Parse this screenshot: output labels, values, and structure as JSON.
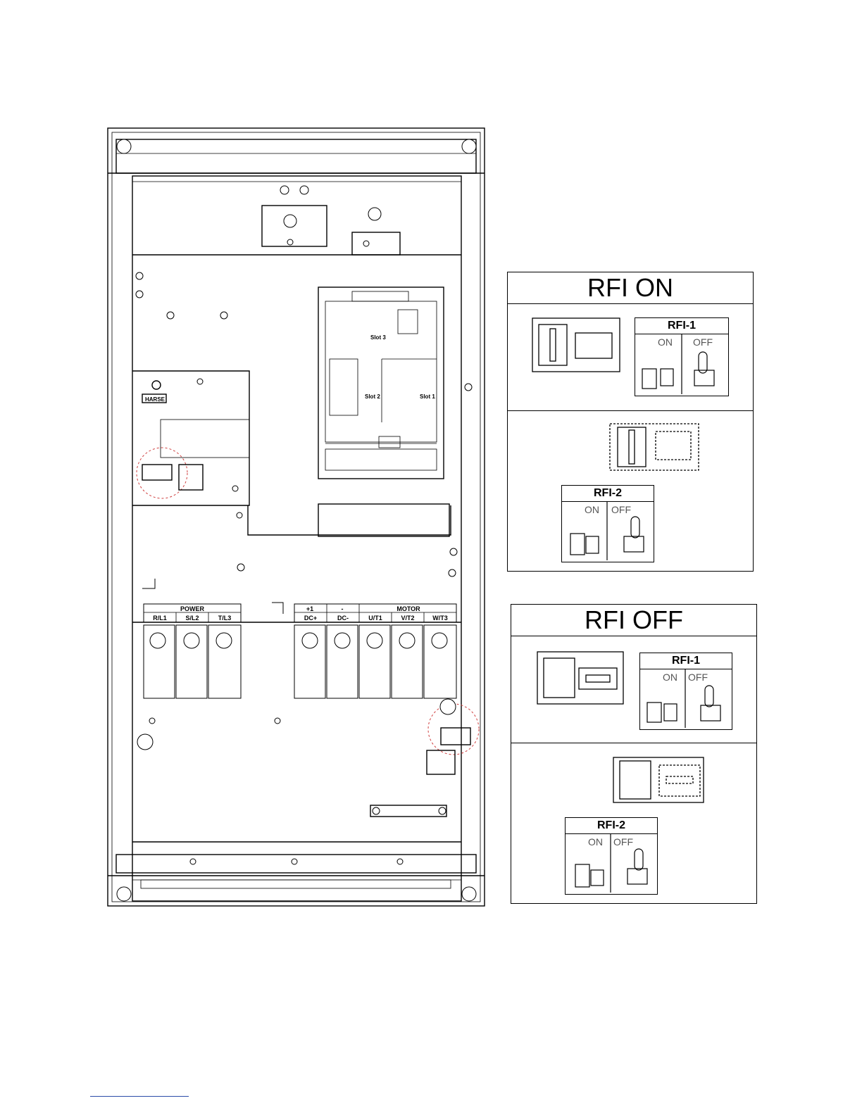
{
  "drive": {
    "terminal_groups": {
      "power": "POWER",
      "dc_p1": "+1",
      "dc_minus_sign": "-",
      "motor": "MOTOR"
    },
    "terminals": [
      "R/L1",
      "S/L2",
      "T/L3",
      "DC+",
      "DC-",
      "U/T1",
      "V/T2",
      "W/T3"
    ],
    "control_board": {
      "slot3": "Slot 3",
      "slot2": "Slot 2",
      "slot1": "Slot 1"
    },
    "warning_label": "HARSE"
  },
  "panels": {
    "rfi_on": {
      "title": "RFI ON",
      "rfi1": {
        "name": "RFI-1",
        "on": "ON",
        "off": "OFF"
      },
      "rfi2": {
        "name": "RFI-2",
        "on": "ON",
        "off": "OFF"
      }
    },
    "rfi_off": {
      "title": "RFI OFF",
      "rfi1": {
        "name": "RFI-1",
        "on": "ON",
        "off": "OFF"
      },
      "rfi2": {
        "name": "RFI-2",
        "on": "ON",
        "off": "OFF"
      }
    }
  }
}
